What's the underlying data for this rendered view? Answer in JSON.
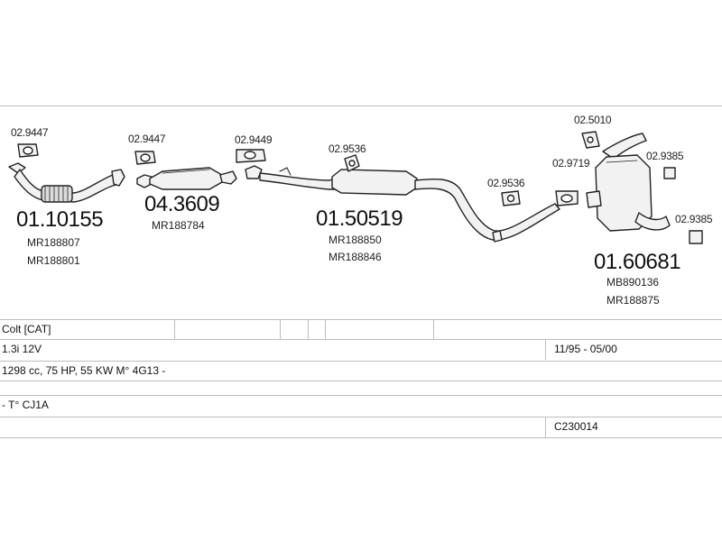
{
  "parts": [
    {
      "number": "02.9447",
      "kind": "small"
    },
    {
      "number": "02.9447",
      "kind": "small"
    },
    {
      "number": "02.9449",
      "kind": "small"
    },
    {
      "number": "02.9536",
      "kind": "small"
    },
    {
      "number": "02.9536",
      "kind": "small"
    },
    {
      "number": "02.9719",
      "kind": "small"
    },
    {
      "number": "02.5010",
      "kind": "small"
    },
    {
      "number": "02.9385",
      "kind": "small"
    },
    {
      "number": "02.9385",
      "kind": "small"
    }
  ],
  "main_parts": [
    {
      "number": "01.10155",
      "oem": [
        "MR188807",
        "MR188801"
      ]
    },
    {
      "number": "04.3609",
      "oem": [
        "MR188784"
      ]
    },
    {
      "number": "01.50519",
      "oem": [
        "MR188850",
        "MR188846"
      ]
    },
    {
      "number": "01.60681",
      "oem": [
        "MB890136",
        "MR188875"
      ]
    }
  ],
  "info": {
    "model": "Colt  [CAT]",
    "engine": "1.3i 12V",
    "period": "11/95 - 05/00",
    "spec": "1298 cc, 75 HP, 55 KW  M° 4G13 -",
    "type": "- T° CJ1A",
    "code": "C230014"
  },
  "colors": {
    "line": "#bdbdbd",
    "part_stroke": "#222222",
    "part_fill": "#f2f2f2"
  }
}
